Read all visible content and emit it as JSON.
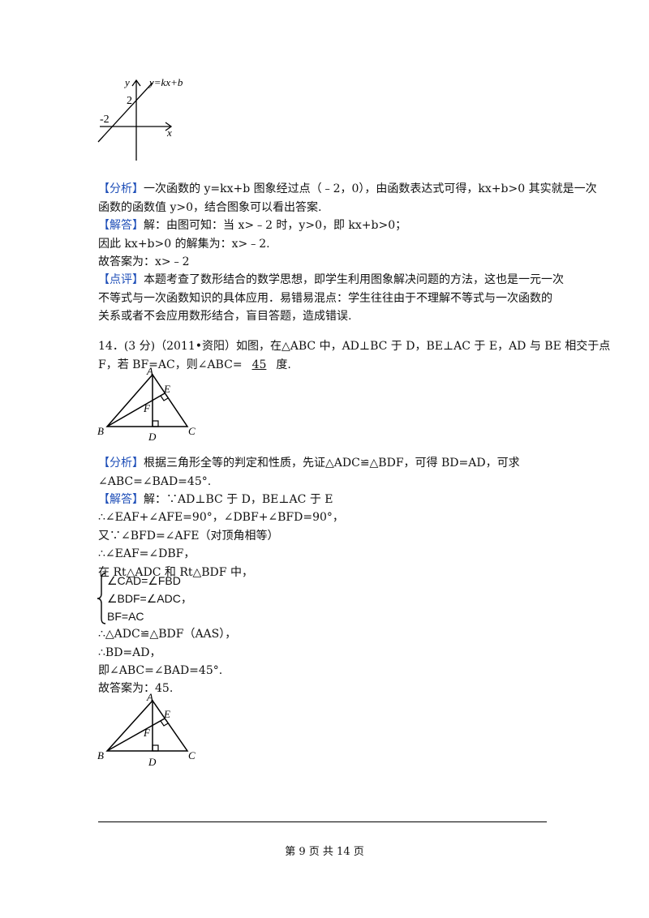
{
  "graph1": {
    "y_axis": "y",
    "x_axis": "x",
    "func_label": "y=kx+b",
    "y_intercept": "2",
    "x_intercept": "-2"
  },
  "q13": {
    "analysis_tag": "【分析】",
    "analysis_l1": "一次函数的 y=kx+b 图象经过点（﹣2，0），由函数表达式可得，kx+b>0 其实就是一次",
    "analysis_l2": "函数的函数值 y>0，结合图象可以看出答案.",
    "solution_tag": "【解答】",
    "solution_l1": "解：由图可知：当 x>﹣2 时，y>0，即 kx+b>0；",
    "solution_l2": "因此 kx+b>0 的解集为：x>﹣2.",
    "answer_line": "故答案为：x>﹣2",
    "comment_tag": "【点评】",
    "comment_l1": "本题考查了数形结合的数学思想，即学生利用图象解决问题的方法，这也是一元一次",
    "comment_l2": "不等式与一次函数知识的具体应用．易错易混点：学生往往由于不理解不等式与一次函数的",
    "comment_l3": "关系或者不会应用数形结合，盲目答题，造成错误."
  },
  "q14": {
    "stem_l1": "14．(3 分)（2011•资阳）如图，在△ABC 中，AD⊥BC 于 D，BE⊥AC 于 E，AD 与 BE 相交于点",
    "stem_l2_pre": "F，若 BF=AC，则∠ABC=",
    "answer": "45",
    "stem_l2_post": "度.",
    "analysis_tag": "【分析】",
    "analysis_l1": "根据三角形全等的判定和性质，先证△ADC≌△BDF，可得 BD=AD，可求",
    "analysis_l2": "∠ABC=∠BAD=45°.",
    "solution_tag": "【解答】",
    "solution_l1": "解：∵AD⊥BC 于 D，BE⊥AC 于 E",
    "solution_l2": "∴∠EAF+∠AFE=90°，∠DBF+∠BFD=90°，",
    "solution_l3": "又∵∠BFD=∠AFE（对顶角相等）",
    "solution_l4": "∴∠EAF=∠DBF，",
    "solution_l5": "在 Rt△ADC 和 Rt△BDF 中，",
    "system": [
      "∠CAD=∠FBD",
      "∠BDF=∠ADC，",
      "BF=AC"
    ],
    "solution_l6": "∴△ADC≌△BDF（AAS），",
    "solution_l7": "∴BD=AD，",
    "solution_l8": "即∠ABC=∠BAD=45°.",
    "answer_line": "故答案为：45."
  },
  "triangle_labels": {
    "A": "A",
    "B": "B",
    "C": "C",
    "D": "D",
    "E": "E",
    "F": "F"
  },
  "footer": {
    "page": "第 9 页 共 14 页"
  }
}
